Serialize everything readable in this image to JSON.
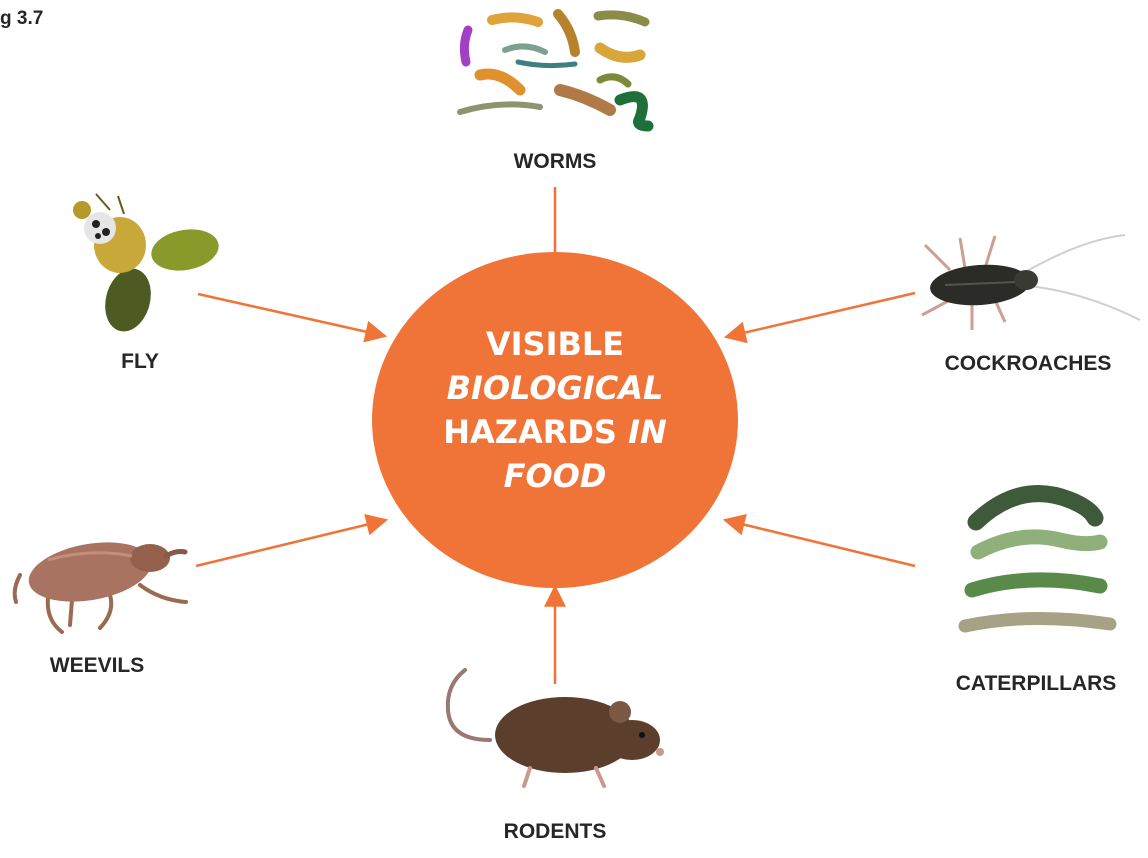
{
  "figure_label": "g 3.7",
  "center": {
    "line1": "VISIBLE",
    "line2": "BIOLOGICAL",
    "line3_a": "HAZARDS",
    "line3_b": "IN",
    "line4": "FOOD"
  },
  "nodes": {
    "worms": "WORMS",
    "fly": "FLY",
    "cockroaches": "COCKROACHES",
    "weevils": "WEEVILS",
    "caterpillars": "CATERPILLARS",
    "rodents": "RODENTS"
  },
  "colors": {
    "accent": "#f07438",
    "text": "#262626"
  },
  "icons": {
    "worms": "worms-illustration",
    "fly": "fly-illustration",
    "cockroaches": "cockroach-illustration",
    "weevils": "weevil-illustration",
    "caterpillars": "caterpillars-illustration",
    "rodents": "rat-illustration"
  }
}
